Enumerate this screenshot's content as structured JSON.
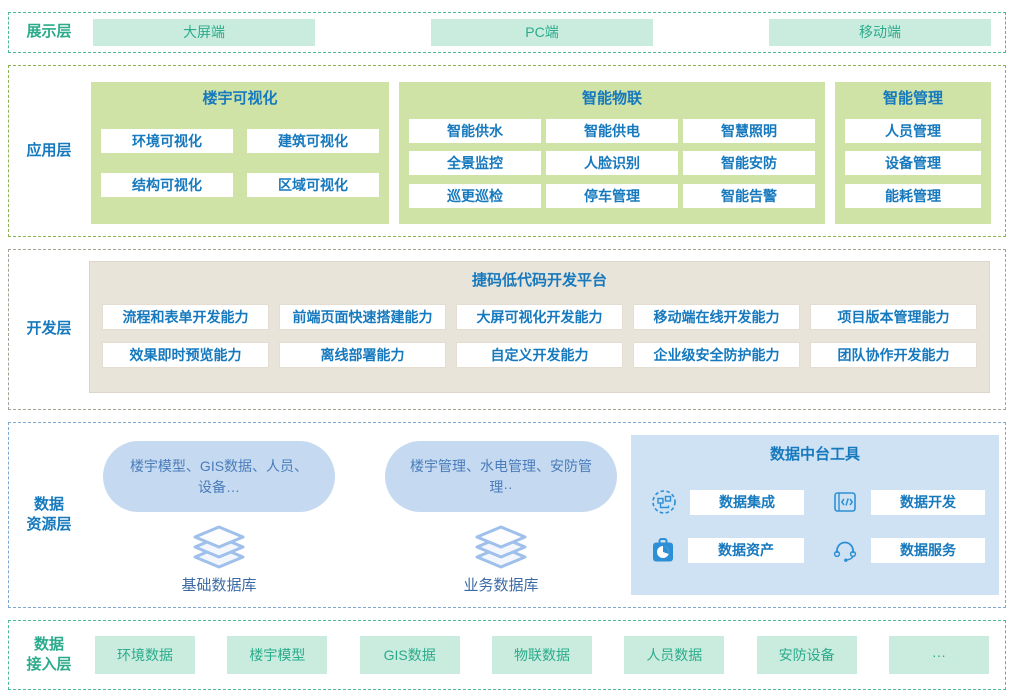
{
  "colors": {
    "teal_text": "#2bab8b",
    "teal_fill": "#c9ecdf",
    "teal_border": "#4db99b",
    "blue_text": "#1679be",
    "green_fill": "#cfe3a6",
    "green_border": "#8cb356",
    "tan_fill": "#e9e4da",
    "gray_border": "#a59f96",
    "panel_blue_fill": "#cfe2f4",
    "blue_border": "#7fa8d0",
    "blob_fill": "#c5daf0",
    "icon_blue": "#2d8fd5"
  },
  "display": {
    "label": "展示层",
    "items": [
      "大屏端",
      "PC端",
      "移动端"
    ]
  },
  "application": {
    "label": "应用层",
    "groups": [
      {
        "title": "楼宇可视化",
        "items": [
          "环境可视化",
          "建筑可视化",
          "结构可视化",
          "区域可视化"
        ]
      },
      {
        "title": "智能物联",
        "items": [
          "智能供水",
          "智能供电",
          "智慧照明",
          "全景监控",
          "人脸识别",
          "智能安防",
          "巡更巡检",
          "停车管理",
          "智能告警"
        ]
      },
      {
        "title": "智能管理",
        "items": [
          "人员管理",
          "设备管理",
          "能耗管理"
        ]
      }
    ]
  },
  "development": {
    "label": "开发层",
    "platform_title": "捷码低代码开发平台",
    "capabilities": [
      "流程和表单开发能力",
      "前端页面快速搭建能力",
      "大屏可视化开发能力",
      "移动端在线开发能力",
      "项目版本管理能力",
      "效果即时预览能力",
      "离线部署能力",
      "自定义开发能力",
      "企业级安全防护能力",
      "团队协作开发能力"
    ]
  },
  "data_resource": {
    "label_lines": [
      "数据",
      "资源层"
    ],
    "databases": [
      {
        "content": "楼宇模型、GIS数据、人员、设备…",
        "name": "基础数据库",
        "icon": "layer-stack-icon"
      },
      {
        "content": "楼宇管理、水电管理、安防管理··",
        "name": "业务数据库",
        "icon": "layer-stack-icon"
      }
    ],
    "tools": {
      "title": "数据中台工具",
      "items": [
        {
          "icon": "data-integration-icon",
          "label": "数据集成"
        },
        {
          "icon": "data-development-icon",
          "label": "数据开发"
        },
        {
          "icon": "data-asset-icon",
          "label": "数据资产"
        },
        {
          "icon": "data-service-icon",
          "label": "数据服务"
        }
      ]
    }
  },
  "data_access": {
    "label_lines": [
      "数据",
      "接入层"
    ],
    "items": [
      "环境数据",
      "楼宇模型",
      "GIS数据",
      "物联数据",
      "人员数据",
      "安防设备",
      "···"
    ]
  }
}
